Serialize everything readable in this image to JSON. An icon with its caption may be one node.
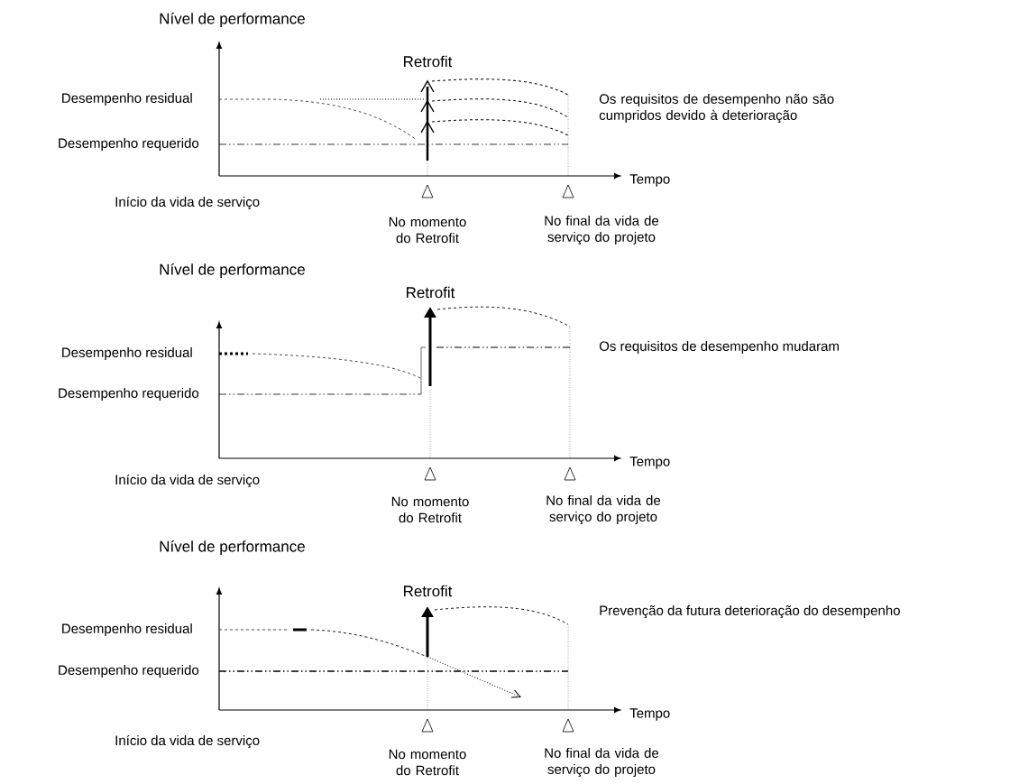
{
  "diagram": {
    "labels": [
      "Nível de performance",
      "Retrofit",
      "Desempenho residual",
      "Os requisitos de desempenho não são cumpridos devido à deterioração",
      "Desempenho requerido",
      "Tempo",
      "Início da vida de serviço",
      "No momento do Retrofit",
      "No final da vida de serviço do projeto",
      "Nível de performance",
      "Retrofit",
      "Desempenho residual",
      "Os requisitos de desempenho mudaram",
      "Desempenho requerido",
      "Tempo",
      "Início da vida de serviço",
      "No momento do Retrofit",
      "No final da vida de serviço do projeto",
      "Nível de performance",
      "Retrofit",
      "Desempenho residual",
      "Prevenção da futura deterioração do desempenho",
      "Desempenho requerido",
      "Tempo",
      "Início da vida de serviço",
      "No momento do Retrofit",
      "No final da vida de serviço do projeto"
    ]
  }
}
